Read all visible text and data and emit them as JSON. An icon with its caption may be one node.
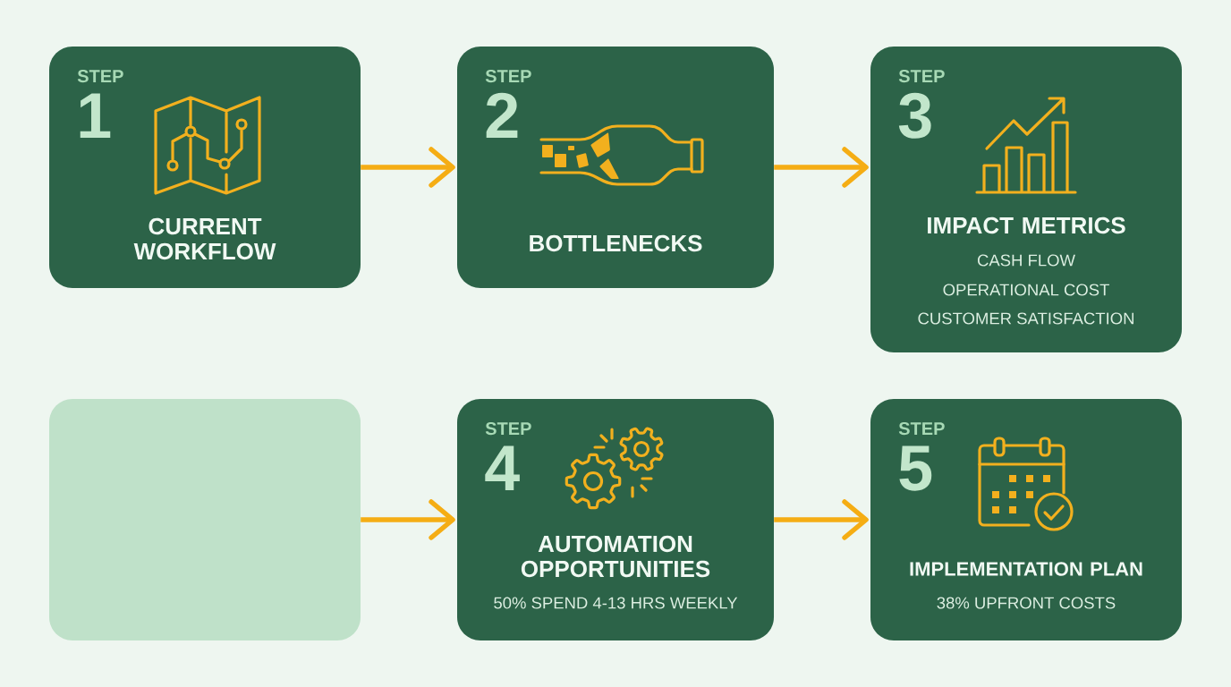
{
  "diagram": {
    "nodes": [
      {
        "text": [
          "STEP",
          "1",
          "CURRENT WORKFLOW"
        ]
      },
      {
        "text": [
          "STEP",
          "2",
          "BOTTLENECKS"
        ]
      },
      {
        "text": [
          "STEP",
          "3",
          "IMPACT METRICS",
          "CASH FLOW",
          "OPERATIONAL COST",
          "CUSTOMER SATISFACTION"
        ]
      },
      {
        "text": [],
        "shape": "box"
      },
      {
        "text": [
          "STEP",
          "4",
          "AUTOMATION OPPORTUNITIES",
          "50% SPEND 4-13 HRS WEEKLY"
        ]
      },
      {
        "text": [
          "STEP",
          "5",
          "IMPLEMENTATION PLAN",
          "38% UPFRONT COSTS"
        ]
      }
    ],
    "edges": [
      {
        "from": 0,
        "to": 1,
        "arrow": "to"
      },
      {
        "from": 1,
        "to": 2,
        "arrow": "to"
      },
      {
        "from": 3,
        "to": 4,
        "arrow": "to"
      },
      {
        "from": 4,
        "to": 5,
        "arrow": "to"
      }
    ]
  }
}
